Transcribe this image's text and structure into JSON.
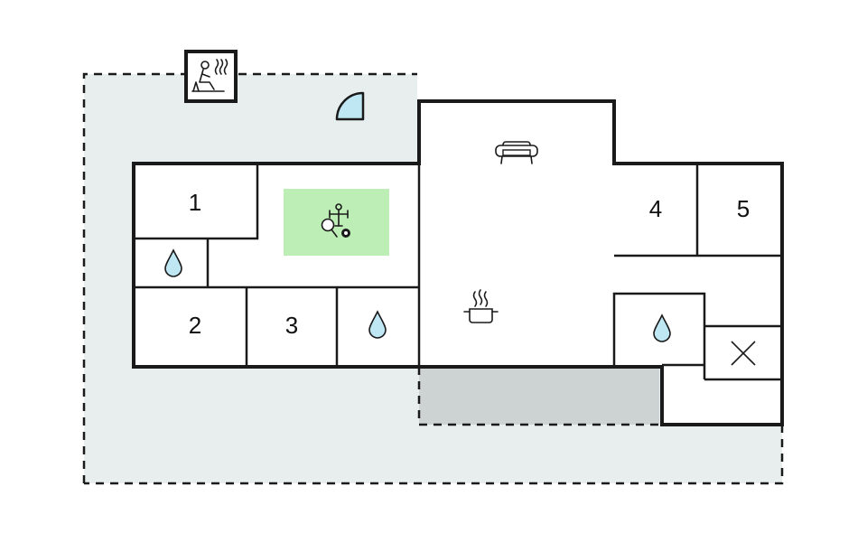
{
  "floor_plan": {
    "rooms": {
      "bedroom_1": "1",
      "bedroom_2": "2",
      "bedroom_3": "3",
      "bedroom_4": "4",
      "bedroom_5": "5"
    },
    "icons": {
      "sauna": "sauna-icon",
      "door": "door-icon",
      "sofa": "sofa-icon",
      "games": "table-tennis-foosball-billiard-icon",
      "kitchen": "cooking-pot-icon",
      "bathroom": "water-drop-icon",
      "utility": "cross-icon"
    },
    "colors": {
      "outdoor_area": "#e8eeee",
      "covered_terrace": "#cdd3d3",
      "activity_area": "#bdeeb5",
      "water_drop": "#bfe6f3",
      "walls": "#1a1a1a"
    }
  }
}
